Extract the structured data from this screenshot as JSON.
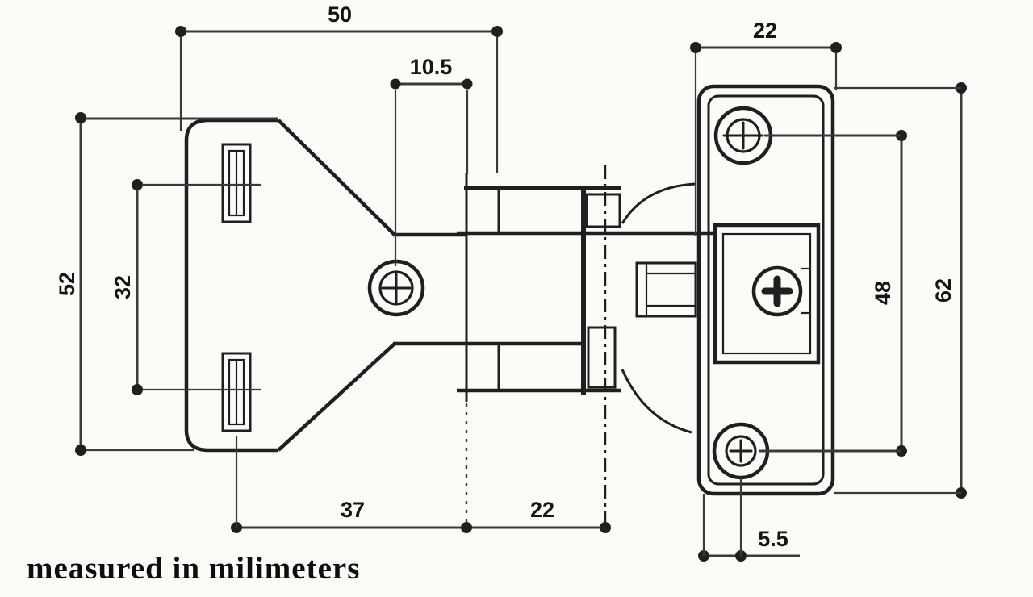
{
  "meta": {
    "caption": "measured in milimeters"
  },
  "dims": {
    "top_width": "50",
    "cup_inset": "10.5",
    "wing_height": "52",
    "slot_spacing": "32",
    "slot_to_cup": "37",
    "cup_to_axis": "22",
    "plate_width": "22",
    "screw_spacing": "48",
    "plate_height": "62",
    "screw_offset": "5.5"
  },
  "colors": {
    "ink": "#1f1f1f",
    "dim": "#3a3a3a",
    "background": "#fcfbf8"
  }
}
